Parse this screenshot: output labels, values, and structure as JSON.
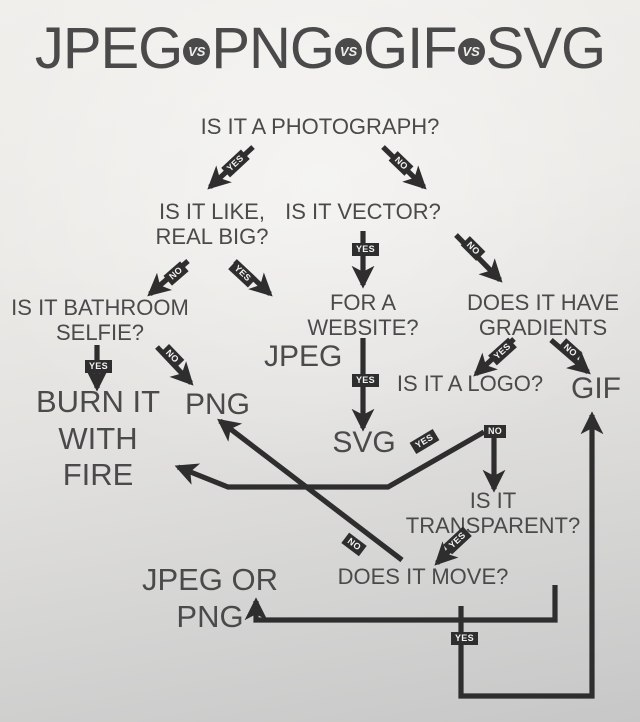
{
  "title": {
    "parts": [
      "JPEG",
      "PNG",
      "GIF",
      "SVG"
    ],
    "separator": "VS",
    "full": "JPEG vs PNG vs GIF vs SVG"
  },
  "colors": {
    "text": "#4a4a4a",
    "arrow": "#2e2e2e",
    "badge_bg": "#2e2e2e",
    "badge_text": "#f2f2f0",
    "bg_top": "#f0efec",
    "bg_bottom": "#c7c7c7"
  },
  "nodes": {
    "photograph": "IS IT A PHOTOGRAPH?",
    "real_big": "IS IT LIKE,\nREAL BIG?",
    "vector": "IS IT VECTOR?",
    "bathroom_selfie": "IS IT BATHROOM\nSELFIE?",
    "for_a_website": "FOR A\nWEBSITE?",
    "gradients": "DOES IT HAVE\nGRADIENTS",
    "is_logo": "IS IT A LOGO?",
    "transparent": "IS IT\nTRANSPARENT?",
    "does_it_move": "DOES IT MOVE?"
  },
  "outcomes": {
    "burn": "BURN IT\nWITH FIRE",
    "png": "PNG",
    "jpeg": "JPEG",
    "svg": "SVG",
    "gif": "GIF",
    "jpeg_or_png": "JPEG OR PNG"
  },
  "labels": {
    "yes": "YES",
    "no": "NO"
  },
  "edges": [
    {
      "from": "photograph",
      "label": "YES",
      "to": "real_big"
    },
    {
      "from": "photograph",
      "label": "NO",
      "to": "vector"
    },
    {
      "from": "real_big",
      "label": "NO",
      "to": "bathroom_selfie"
    },
    {
      "from": "real_big",
      "label": "YES",
      "to": "jpeg"
    },
    {
      "from": "bathroom_selfie",
      "label": "YES",
      "to": "burn"
    },
    {
      "from": "bathroom_selfie",
      "label": "NO",
      "to": "png"
    },
    {
      "from": "vector",
      "label": "YES",
      "to": "for_a_website"
    },
    {
      "from": "vector",
      "label": "NO",
      "to": "gradients"
    },
    {
      "from": "for_a_website",
      "label": "YES",
      "to": "svg"
    },
    {
      "from": "gradients",
      "label": "YES",
      "to": "is_logo"
    },
    {
      "from": "gradients",
      "label": "NO",
      "to": "gif"
    },
    {
      "from": "is_logo",
      "label": "YES",
      "to": "burn"
    },
    {
      "from": "is_logo",
      "label": "NO",
      "to": "transparent"
    },
    {
      "from": "transparent",
      "label": "YES",
      "to": "does_it_move"
    },
    {
      "from": "transparent",
      "label": "NO",
      "to": "jpeg_or_png"
    },
    {
      "from": "does_it_move",
      "label": "NO",
      "to": "png"
    },
    {
      "from": "does_it_move",
      "label": "YES",
      "to": "gif"
    }
  ]
}
